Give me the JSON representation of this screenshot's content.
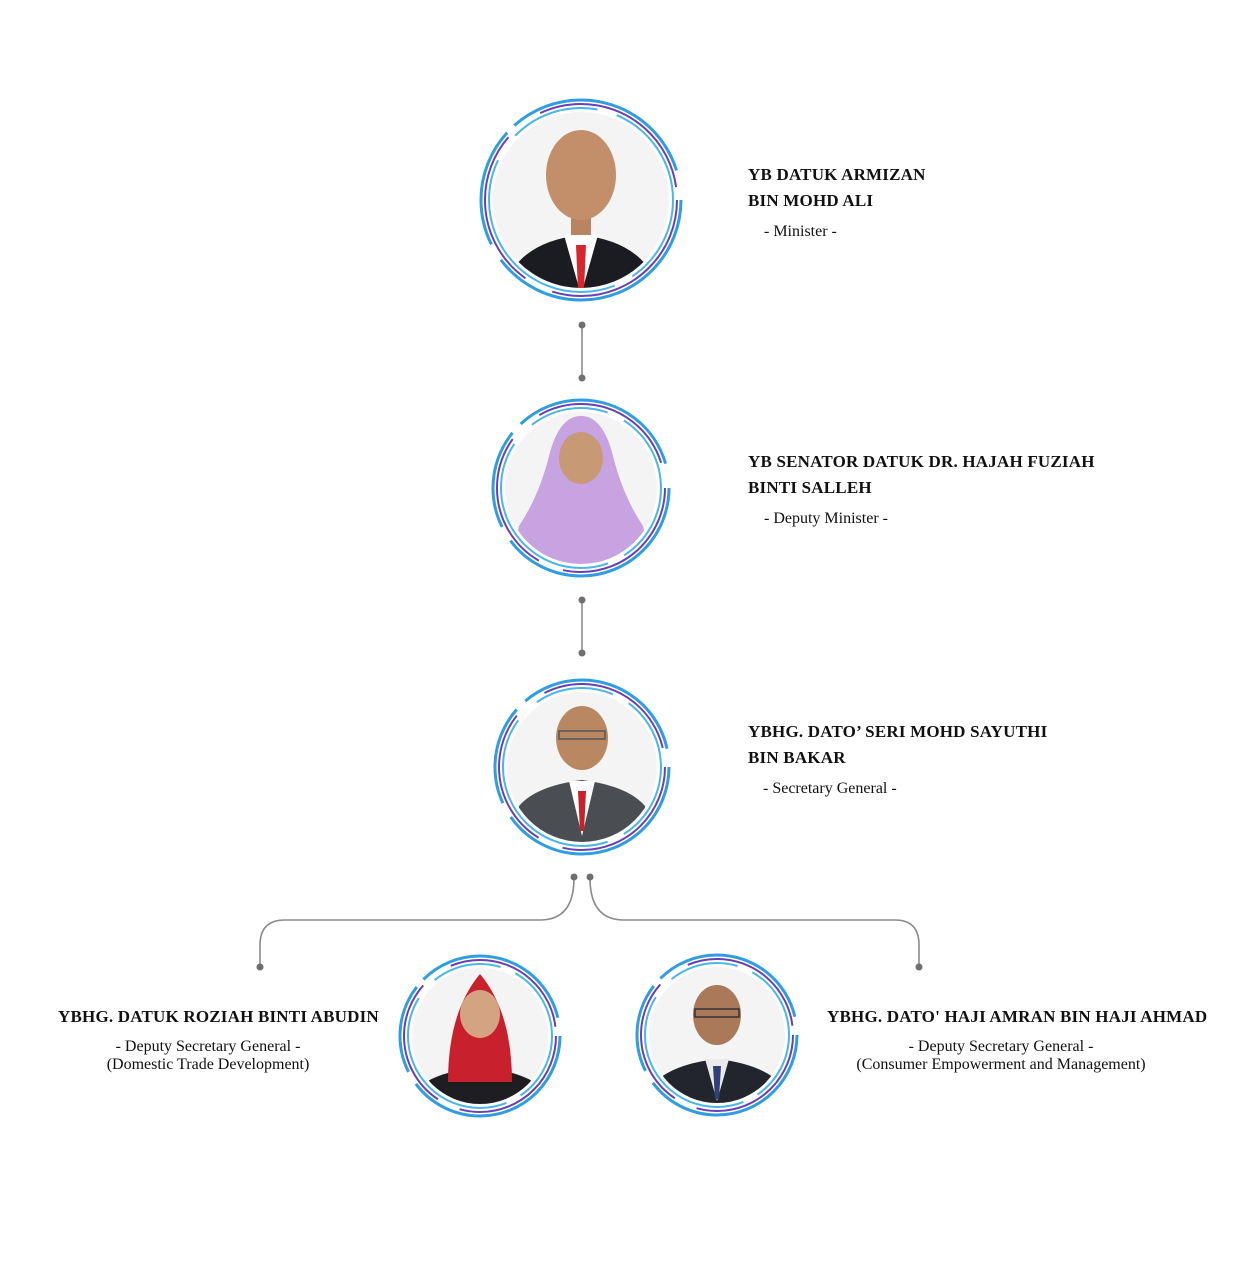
{
  "people": {
    "minister": {
      "name_line1": "YB DATUK ARMIZAN",
      "name_line2": "BIN MOHD ALI",
      "role": "- Minister -"
    },
    "deputy_minister": {
      "name_line1": "YB SENATOR DATUK DR. HAJAH FUZIAH",
      "name_line2": "BINTI SALLEH",
      "role": "- Deputy Minister -"
    },
    "secretary_general": {
      "name_line1": "YBHG. DATO’ SERI MOHD SAYUTHI",
      "name_line2": "BIN BAKAR",
      "role": "- Secretary General -"
    },
    "dsg_domestic": {
      "name": "YBHG. DATUK ROZIAH BINTI ABUDIN",
      "role_line1": "- Deputy Secretary General -",
      "role_line2": "(Domestic Trade Development)"
    },
    "dsg_consumer": {
      "name": "YBHG. DATO' HAJI AMRAN BIN HAJI AHMAD",
      "role_line1": "- Deputy Secretary General -",
      "role_line2": "(Consumer Empowerment and Management)"
    }
  },
  "colors": {
    "ring_blue": "#2f9ee0",
    "ring_purple": "#6a3fb5",
    "connector": "#8a8a8a"
  }
}
